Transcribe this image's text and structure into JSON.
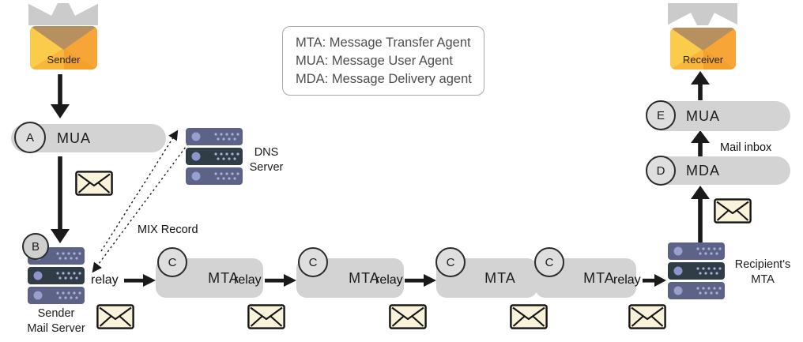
{
  "legend": {
    "line1": "MTA: Message Transfer Agent",
    "line2": "MUA: Message User Agent",
    "line3": "MDA: Message Delivery agent"
  },
  "endpoints": {
    "sender_label": "Sender",
    "receiver_label": "Receiver"
  },
  "nodes": {
    "mua_a": {
      "badge": "A",
      "label": "MUA"
    },
    "sender_mail_server": {
      "badge": "B",
      "label": "Sender\nMail Server"
    },
    "dns_server": {
      "label": "DNS\nServer"
    },
    "mta_chain": [
      {
        "badge": "C",
        "label": "MTA"
      },
      {
        "badge": "C",
        "label": "MTA"
      },
      {
        "badge": "C",
        "label": "MTA"
      },
      {
        "badge": "C",
        "label": "MTA"
      }
    ],
    "recipients_mta": {
      "label": "Recipient's\nMTA"
    },
    "mda": {
      "badge": "D",
      "label": "MDA"
    },
    "mua_e": {
      "badge": "E",
      "label": "MUA"
    }
  },
  "annotations": {
    "mix_record": "MIX Record",
    "mail_inbox": "Mail inbox",
    "relays": [
      "relay",
      "relay",
      "relay",
      "relay"
    ]
  },
  "colors": {
    "box_gray": "#d3d3d3",
    "badge_fill": "#dedede",
    "server_light": "#5c6387",
    "server_dark": "#303c46",
    "server_dot": "#97a0cf",
    "envelope_cream": "#faf3dc",
    "envelope_orange": "#f7a92f",
    "envelope_flap_tan": "#b7905f",
    "envelope_fold_yellow": "#fbcc4b",
    "arrow_black": "#1a1a1a",
    "arrow_gray": "#cbcbcb",
    "legend_text": "#4e4e50"
  }
}
